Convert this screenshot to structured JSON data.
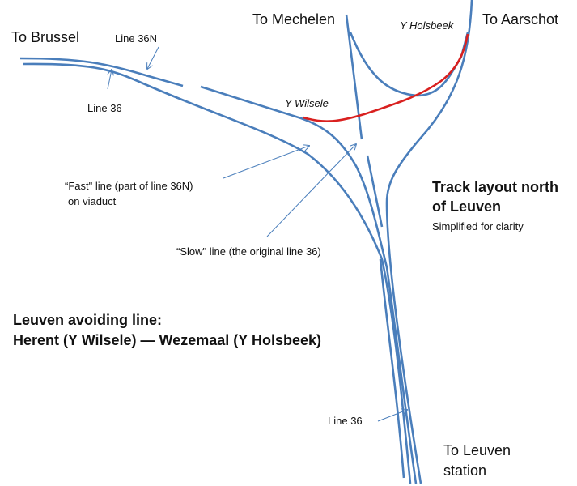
{
  "labels": {
    "to_brussel": "To Brussel",
    "to_mechelen": "To Mechelen",
    "to_aarschot": "To Aarschot",
    "to_leuven_1": "To Leuven",
    "to_leuven_2": "station",
    "y_holsbeek": "Y Holsbeek",
    "y_wilsele": "Y Wilsele",
    "line_36n": "Line 36N",
    "line_36_top": "Line 36",
    "line_36_bottom": "Line 36",
    "fast_1": "“Fast\" line (part of line 36N)",
    "fast_2": "on viaduct",
    "slow": "“Slow\" line (the original line 36)"
  },
  "title": {
    "line1": "Track layout north",
    "line2": "of Leuven",
    "subtitle": "Simplified for clarity"
  },
  "caption": {
    "line1": "Leuven avoiding line:",
    "line2": "Herent (Y Wilsele) — Wezemaal (Y Holsbeek)"
  },
  "colors": {
    "track": "#4a7ebb",
    "avoiding_line": "#d9201f"
  }
}
